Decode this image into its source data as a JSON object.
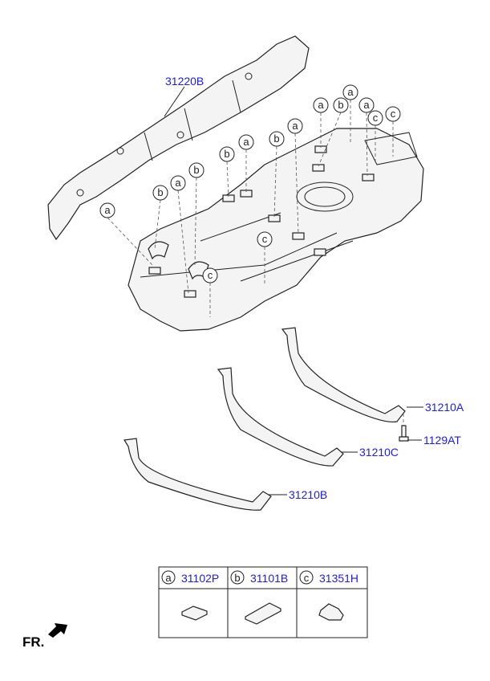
{
  "parts": {
    "heat_shield": "31220B",
    "band_a": "31210A",
    "band_c": "31210C",
    "band_b": "31210B",
    "bolt": "1129AT"
  },
  "callouts": [
    "a",
    "b",
    "a",
    "b",
    "b",
    "a",
    "b",
    "a",
    "a",
    "b",
    "a",
    "a",
    "c",
    "c",
    "c",
    "c"
  ],
  "legend": [
    {
      "letter": "a",
      "part": "31102P"
    },
    {
      "letter": "b",
      "part": "31101B"
    },
    {
      "letter": "c",
      "part": "31351H"
    }
  ],
  "direction_label": "FR."
}
